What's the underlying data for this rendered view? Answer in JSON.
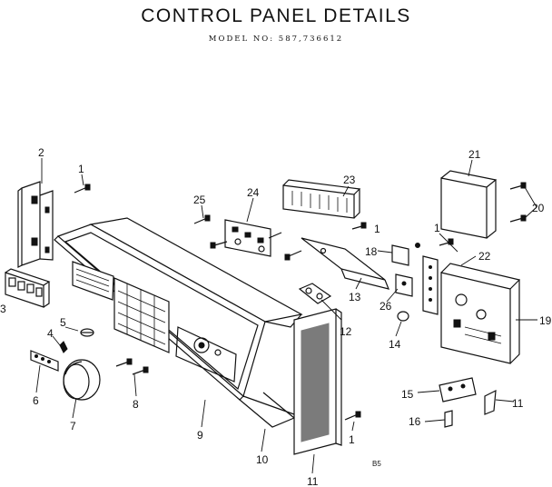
{
  "title": "CONTROL PANEL DETAILS",
  "model": "MODEL NO: 587,736612",
  "corner_code": "B5",
  "callouts": {
    "c2": "2",
    "c1a": "1",
    "c25": "25",
    "c24": "24",
    "c23": "23",
    "c1b": "1",
    "c21": "21",
    "c20": "20",
    "c18": "18",
    "c1c": "1",
    "c22": "22",
    "c13": "13",
    "c26": "26",
    "c3": "3",
    "c5": "5",
    "c4": "4",
    "c12": "12",
    "c14": "14",
    "c19": "19",
    "c6": "6",
    "c7": "7",
    "c8": "8",
    "c9": "9",
    "c10": "10",
    "c11a": "11",
    "c1d": "1",
    "c15": "15",
    "c11b": "11",
    "c16": "16"
  }
}
